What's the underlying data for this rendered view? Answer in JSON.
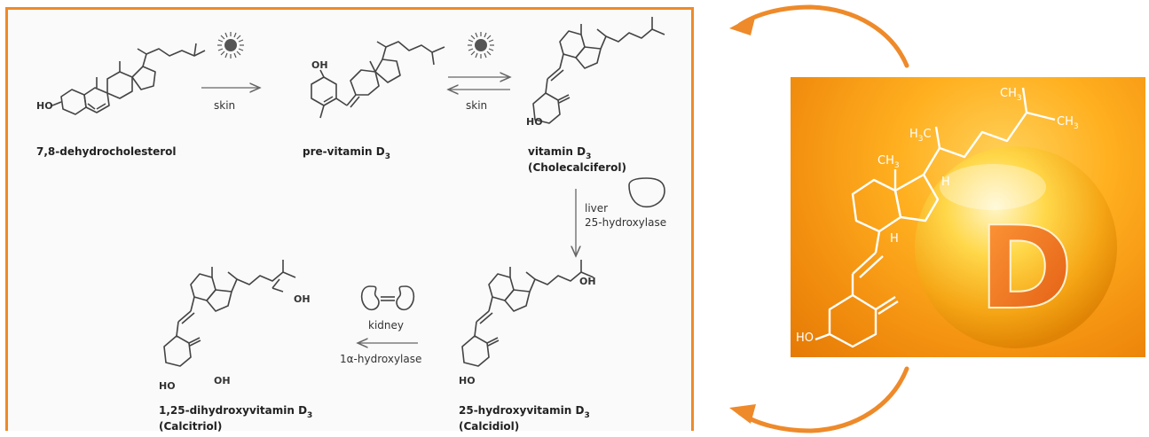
{
  "colors": {
    "accent": "#ee8a2a",
    "card_orange": "#f39010",
    "sphere_gold": "#ffc233",
    "arrow_orange": "#ee8a2a"
  },
  "molecules": {
    "dehydrocholesterol": {
      "name": "7,8-dehydrocholesterol",
      "oh": "HO"
    },
    "previtamin": {
      "name": "pre-vitamin D",
      "sub": "3",
      "oh": "OH"
    },
    "vitamin_d3": {
      "name": "vitamin D",
      "sub": "3",
      "line2": "(Cholecalciferol)",
      "oh": "HO"
    },
    "calcidiol": {
      "name": "25-hydroxyvitamin D",
      "sub": "3",
      "line2": "(Calcidiol)",
      "oh": "HO",
      "oh_tail": "OH"
    },
    "calcitriol": {
      "name": "1,25-dihydroxyvitamin D",
      "sub": "3",
      "line2": "(Calcitriol)",
      "oh": "HO",
      "oh_ring": "OH",
      "oh_tail": "OH"
    }
  },
  "steps": {
    "step1_label": "skin",
    "step2_label": "skin",
    "liver_line1": "liver",
    "liver_line2": "25-hydroxylase",
    "kidney_line1": "kidney",
    "kidney_line2": "1α-hydroxylase"
  },
  "icons": [
    "sun-icon",
    "sun-icon",
    "liver-icon",
    "kidney-icon",
    "curved-arrow-icon"
  ],
  "card": {
    "ch3_top": "CH",
    "ch3_top_sub": "3",
    "ch3_right": "CH",
    "ch3_right_sub": "3",
    "h3c": "H",
    "h3c_sub": "3",
    "h3c_c": "C",
    "ch3_mid": "CH",
    "ch3_mid_sub": "3",
    "h_right": "H",
    "h_bottom": "H",
    "ho": "HO",
    "letter": "D"
  }
}
